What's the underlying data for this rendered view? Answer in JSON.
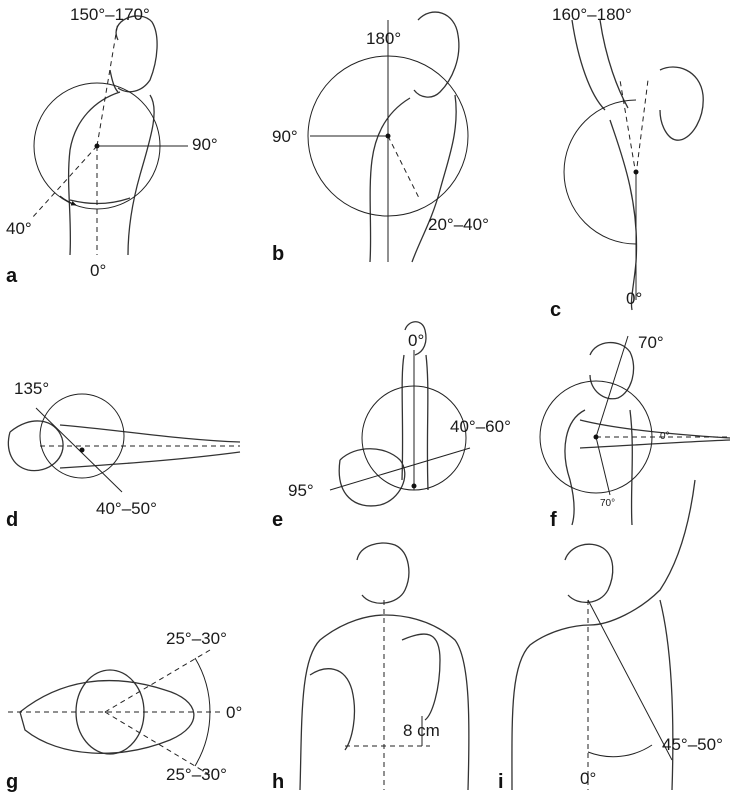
{
  "figure": {
    "panels": {
      "a": {
        "letter": "a",
        "angle_top": "150°–170°",
        "angle_right": "90°",
        "angle_left": "40°",
        "angle_bottom": "0°"
      },
      "b": {
        "letter": "b",
        "angle_top": "180°",
        "angle_left": "90°",
        "angle_right": "20°–40°"
      },
      "c": {
        "letter": "c",
        "angle_top": "160°–180°",
        "angle_bottom": "0°"
      },
      "d": {
        "letter": "d",
        "angle_top": "135°",
        "angle_bottom": "40°–50°"
      },
      "e": {
        "letter": "e",
        "angle_top": "0°",
        "angle_right": "40°–60°",
        "angle_left": "95°"
      },
      "f": {
        "letter": "f",
        "angle_top": "70°",
        "angle_inner_zero": "0°",
        "angle_inner_seventy": "70°"
      },
      "g": {
        "letter": "g",
        "angle_upper": "25°–30°",
        "angle_right": "0°",
        "angle_lower": "25°–30°"
      },
      "h": {
        "letter": "h",
        "distance": "8 cm"
      },
      "i": {
        "letter": "i",
        "angle_right": "45°–50°",
        "angle_bottom": "0°"
      }
    }
  }
}
